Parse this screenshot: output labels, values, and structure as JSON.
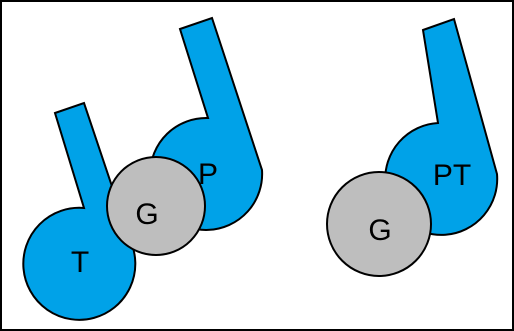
{
  "diagram": {
    "colors": {
      "blue": "#00A2E8",
      "gray": "#BEBEBE",
      "stroke": "#000000",
      "frame": "#000000",
      "background": "#FFFFFF"
    },
    "left_group": {
      "turbine_label": "T",
      "generator_label": "G",
      "pump_label": "P"
    },
    "right_group": {
      "generator_label": "G",
      "pump_turbine_label": "PT"
    }
  }
}
